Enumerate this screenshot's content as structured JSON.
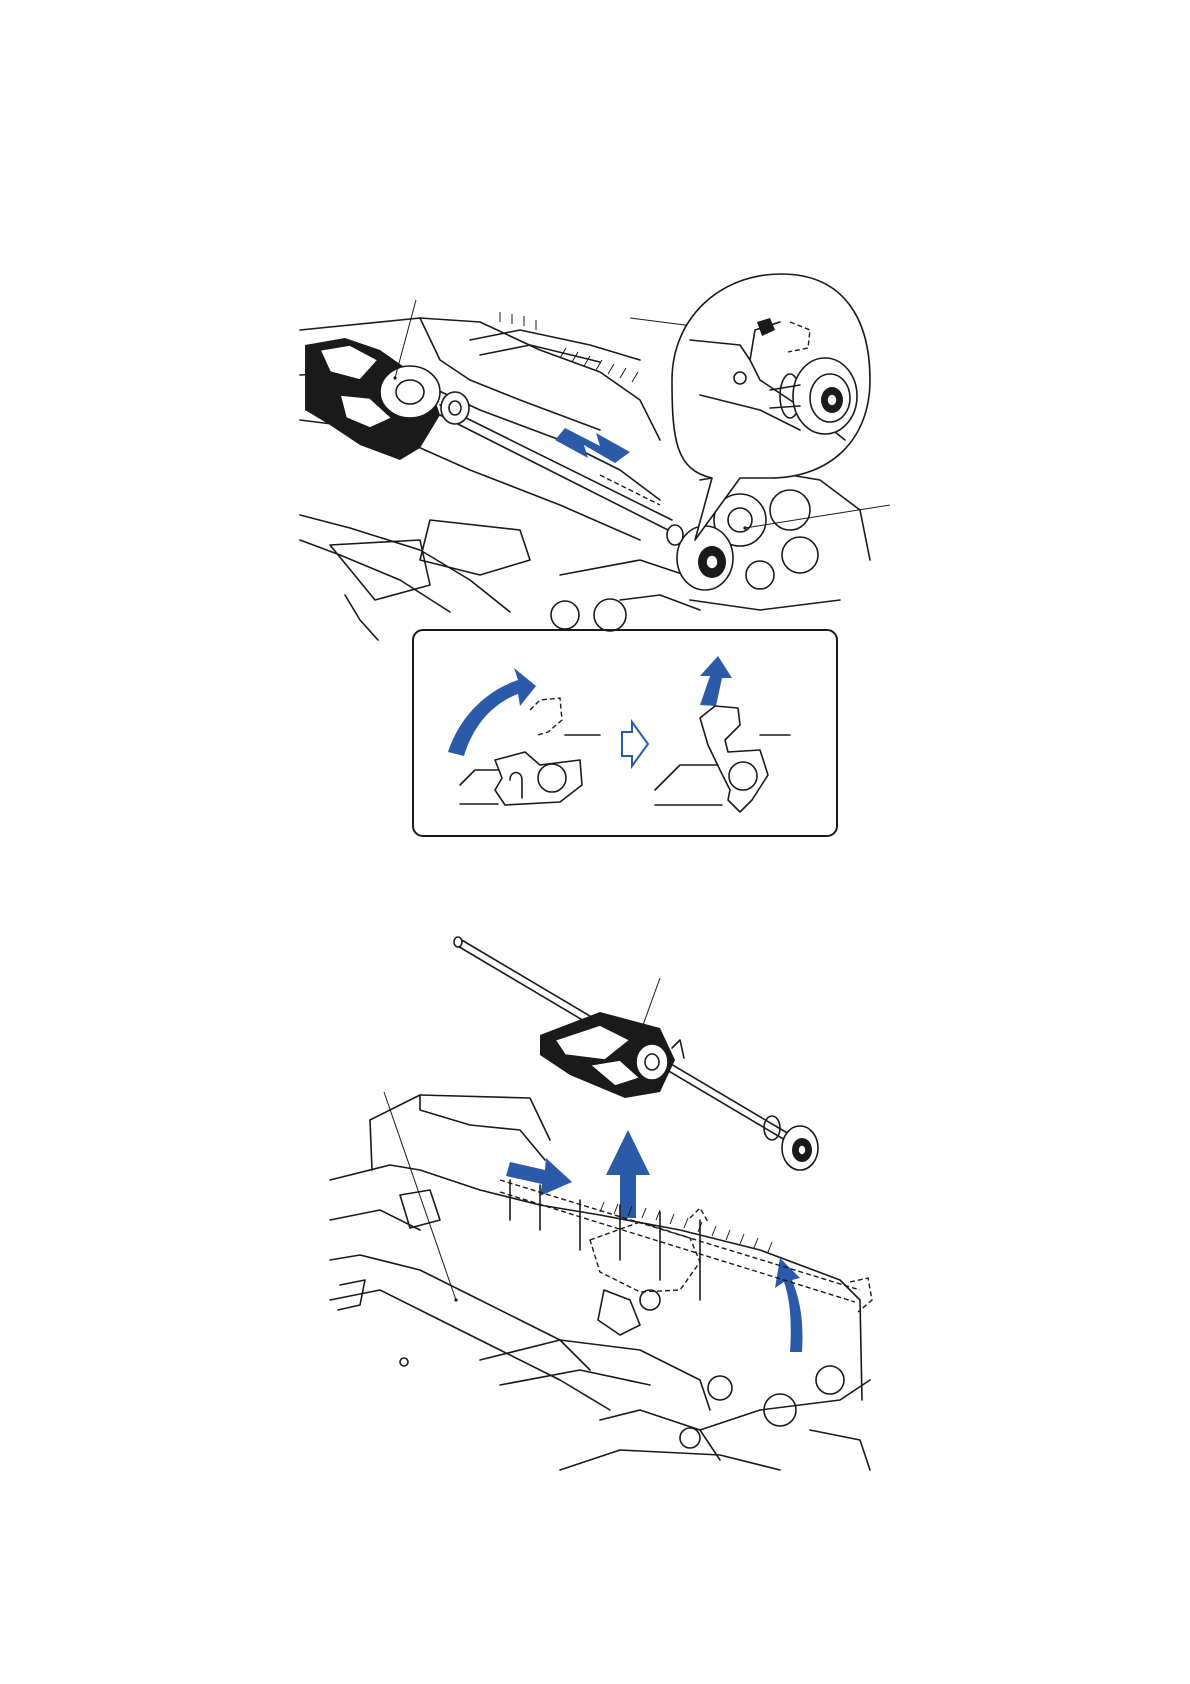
{
  "colors": {
    "line": "#1a1a1a",
    "arrow": "#2a5aa8",
    "background": "#ffffff"
  },
  "icons": [
    "blue-arrow",
    "hollow-arrow",
    "leader-line",
    "dashed-outline"
  ]
}
